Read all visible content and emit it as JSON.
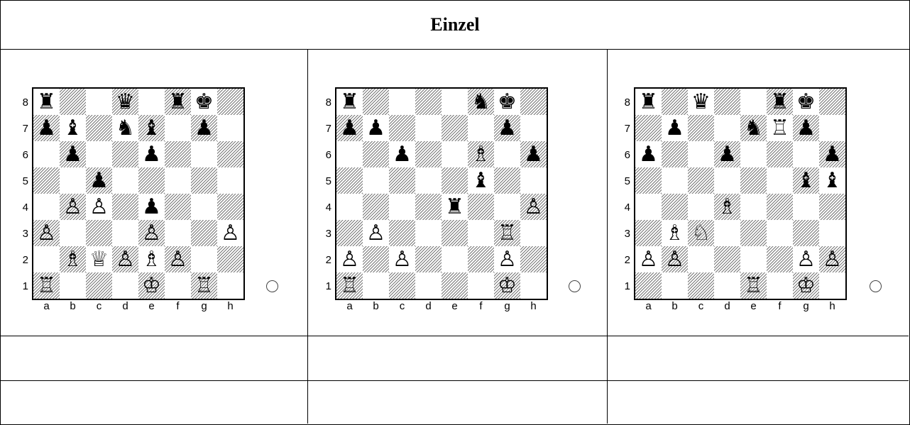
{
  "title": "Einzel",
  "files": [
    "a",
    "b",
    "c",
    "d",
    "e",
    "f",
    "g",
    "h"
  ],
  "ranks": [
    "8",
    "7",
    "6",
    "5",
    "4",
    "3",
    "2",
    "1"
  ],
  "diagrams": [
    {
      "pieces": [
        {
          "sq": "a8",
          "p": "♜"
        },
        {
          "sq": "d8",
          "p": "♛"
        },
        {
          "sq": "f8",
          "p": "♜"
        },
        {
          "sq": "g8",
          "p": "♚"
        },
        {
          "sq": "a7",
          "p": "♟"
        },
        {
          "sq": "b7",
          "p": "♝"
        },
        {
          "sq": "d7",
          "p": "♞"
        },
        {
          "sq": "e7",
          "p": "♝"
        },
        {
          "sq": "g7",
          "p": "♟"
        },
        {
          "sq": "b6",
          "p": "♟"
        },
        {
          "sq": "e6",
          "p": "♟"
        },
        {
          "sq": "c5",
          "p": "♟"
        },
        {
          "sq": "b4",
          "p": "♙"
        },
        {
          "sq": "c4",
          "p": "♙"
        },
        {
          "sq": "e4",
          "p": "♟"
        },
        {
          "sq": "a3",
          "p": "♙"
        },
        {
          "sq": "e3",
          "p": "♙"
        },
        {
          "sq": "h3",
          "p": "♙"
        },
        {
          "sq": "b2",
          "p": "♗"
        },
        {
          "sq": "c2",
          "p": "♕"
        },
        {
          "sq": "d2",
          "p": "♙"
        },
        {
          "sq": "e2",
          "p": "♗"
        },
        {
          "sq": "f2",
          "p": "♙"
        },
        {
          "sq": "a1",
          "p": "♖"
        },
        {
          "sq": "e1",
          "p": "♔"
        },
        {
          "sq": "g1",
          "p": "♖"
        }
      ]
    },
    {
      "pieces": [
        {
          "sq": "a8",
          "p": "♜"
        },
        {
          "sq": "f8",
          "p": "♞"
        },
        {
          "sq": "g8",
          "p": "♚"
        },
        {
          "sq": "a7",
          "p": "♟"
        },
        {
          "sq": "b7",
          "p": "♟"
        },
        {
          "sq": "g7",
          "p": "♟"
        },
        {
          "sq": "c6",
          "p": "♟"
        },
        {
          "sq": "f6",
          "p": "♗"
        },
        {
          "sq": "h6",
          "p": "♟"
        },
        {
          "sq": "f5",
          "p": "♝"
        },
        {
          "sq": "e4",
          "p": "♜"
        },
        {
          "sq": "h4",
          "p": "♙"
        },
        {
          "sq": "b3",
          "p": "♙"
        },
        {
          "sq": "g3",
          "p": "♖"
        },
        {
          "sq": "a2",
          "p": "♙"
        },
        {
          "sq": "c2",
          "p": "♙"
        },
        {
          "sq": "g2",
          "p": "♙"
        },
        {
          "sq": "a1",
          "p": "♖"
        },
        {
          "sq": "g1",
          "p": "♔"
        }
      ]
    },
    {
      "pieces": [
        {
          "sq": "a8",
          "p": "♜"
        },
        {
          "sq": "c8",
          "p": "♛"
        },
        {
          "sq": "f8",
          "p": "♜"
        },
        {
          "sq": "g8",
          "p": "♚"
        },
        {
          "sq": "b7",
          "p": "♟"
        },
        {
          "sq": "e7",
          "p": "♞"
        },
        {
          "sq": "f7",
          "p": "♖"
        },
        {
          "sq": "g7",
          "p": "♟"
        },
        {
          "sq": "a6",
          "p": "♟"
        },
        {
          "sq": "d6",
          "p": "♟"
        },
        {
          "sq": "h6",
          "p": "♟"
        },
        {
          "sq": "g5",
          "p": "♝"
        },
        {
          "sq": "h5",
          "p": "♝"
        },
        {
          "sq": "d4",
          "p": "♗"
        },
        {
          "sq": "b3",
          "p": "♗"
        },
        {
          "sq": "c3",
          "p": "♘"
        },
        {
          "sq": "a2",
          "p": "♙"
        },
        {
          "sq": "b2",
          "p": "♙"
        },
        {
          "sq": "g2",
          "p": "♙"
        },
        {
          "sq": "h2",
          "p": "♙"
        },
        {
          "sq": "e1",
          "p": "♖"
        },
        {
          "sq": "g1",
          "p": "♔"
        }
      ]
    }
  ]
}
